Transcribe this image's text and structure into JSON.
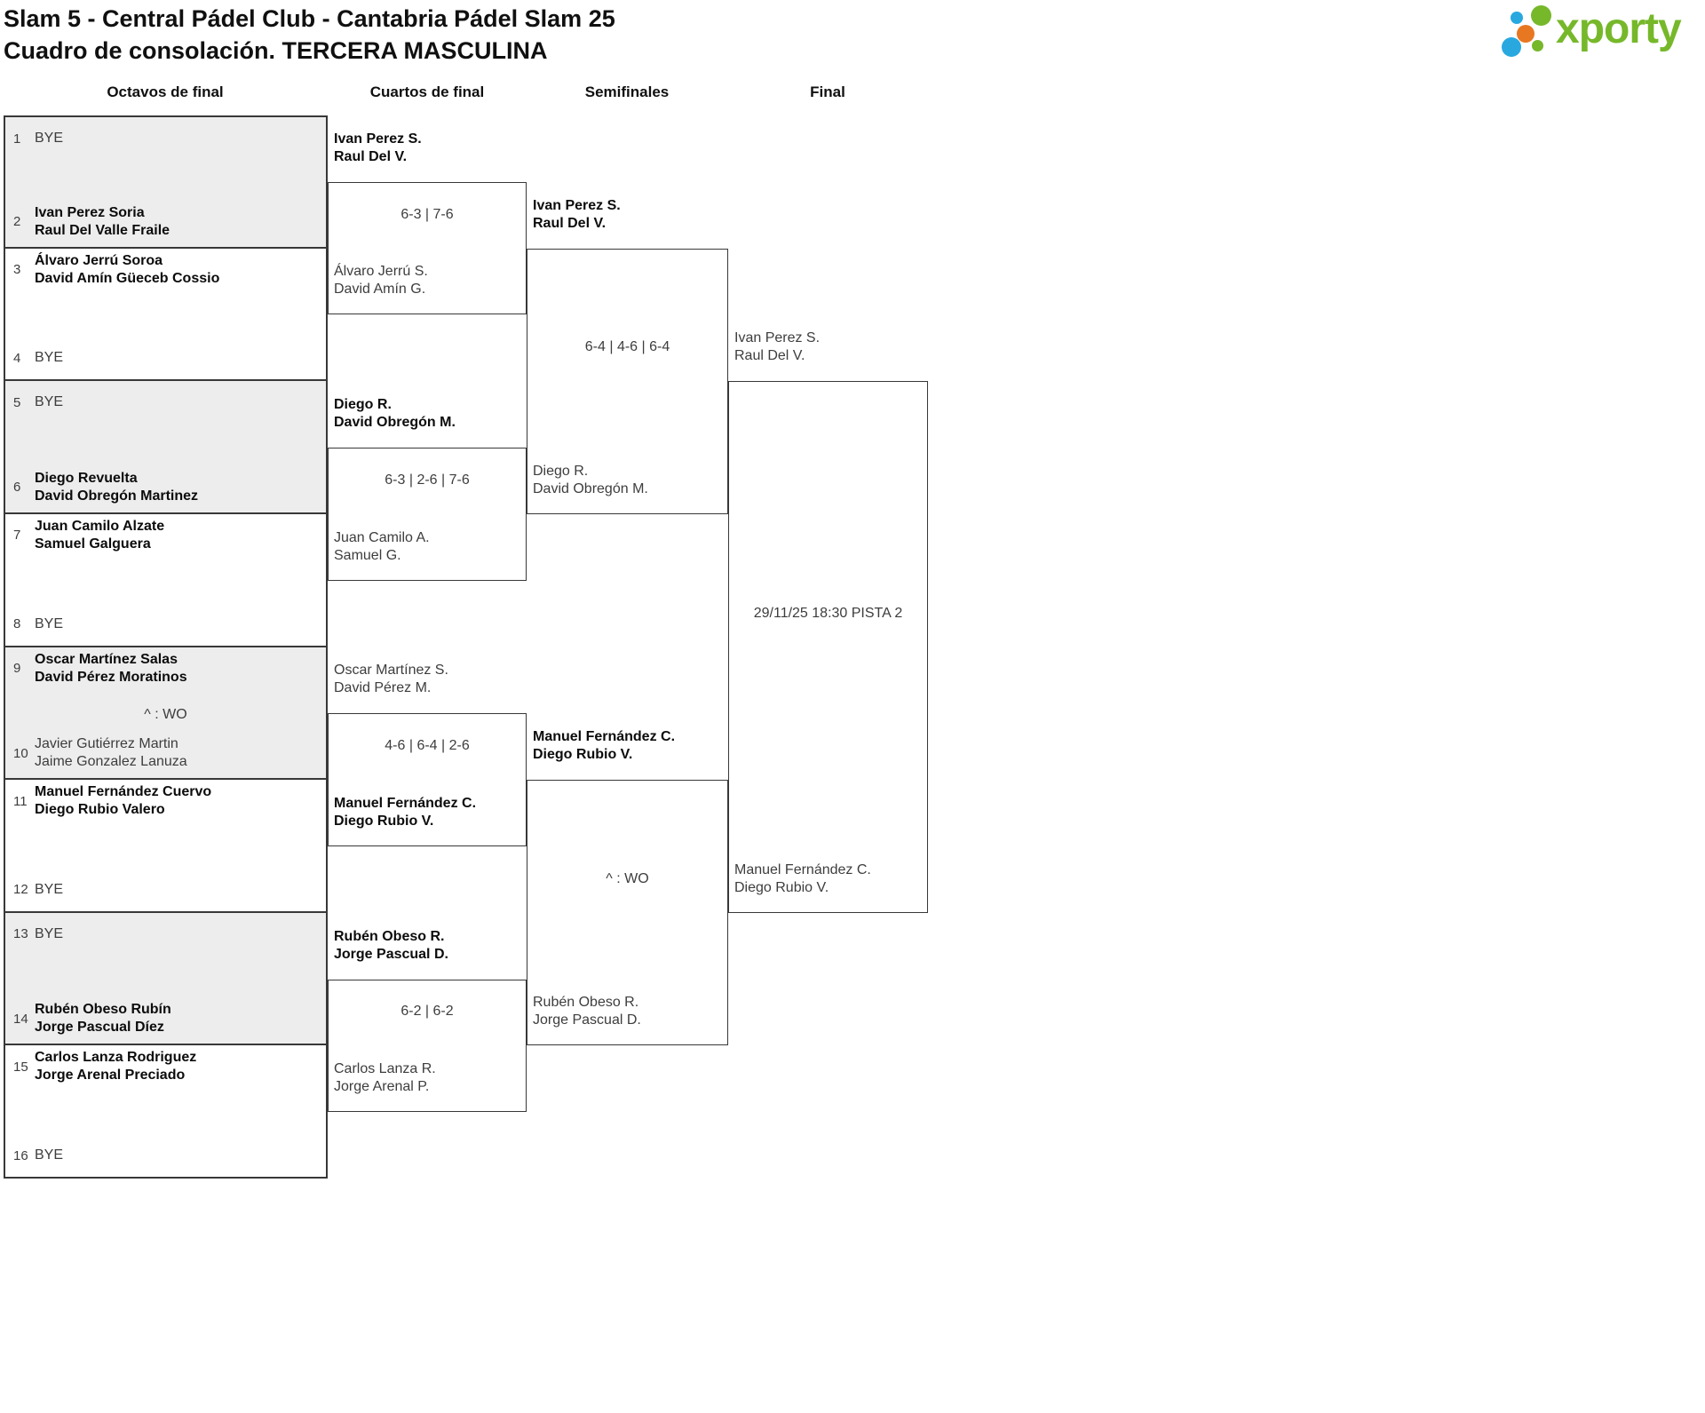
{
  "header": {
    "title_line1": "Slam 5 - Central Pádel Club - Cantabria Pádel Slam 25",
    "title_line2": "Cuadro de consolación. TERCERA MASCULINA"
  },
  "logo": {
    "text": "xporty",
    "green": "#76b82a",
    "blue": "#29a8e0",
    "orange": "#e87722"
  },
  "rounds": [
    {
      "label": "Octavos de final"
    },
    {
      "label": "Cuartos de final"
    },
    {
      "label": "Semifinales"
    },
    {
      "label": "Final"
    }
  ],
  "bracket": {
    "seeds": [
      {
        "num": "1",
        "lines": [
          "BYE"
        ],
        "winner": false
      },
      {
        "num": "2",
        "lines": [
          "Ivan Perez Soria",
          "Raul Del Valle Fraile"
        ],
        "winner": true
      },
      {
        "num": "3",
        "lines": [
          "Álvaro Jerrú Soroa",
          "David Amín Güeceb Cossio"
        ],
        "winner": true
      },
      {
        "num": "4",
        "lines": [
          "BYE"
        ],
        "winner": false
      },
      {
        "num": "5",
        "lines": [
          "BYE"
        ],
        "winner": false
      },
      {
        "num": "6",
        "lines": [
          "Diego Revuelta",
          "David Obregón Martinez"
        ],
        "winner": true
      },
      {
        "num": "7",
        "lines": [
          "Juan Camilo Alzate",
          "Samuel Galguera"
        ],
        "winner": true
      },
      {
        "num": "8",
        "lines": [
          "BYE"
        ],
        "winner": false
      },
      {
        "num": "9",
        "lines": [
          "Oscar Martínez Salas",
          "David Pérez Moratinos"
        ],
        "winner": true
      },
      {
        "num": "10",
        "lines": [
          "Javier Gutiérrez Martin",
          "Jaime Gonzalez Lanuza"
        ],
        "winner": false
      },
      {
        "num": "11",
        "lines": [
          "Manuel Fernández Cuervo",
          "Diego Rubio Valero"
        ],
        "winner": true
      },
      {
        "num": "12",
        "lines": [
          "BYE"
        ],
        "winner": false
      },
      {
        "num": "13",
        "lines": [
          "BYE"
        ],
        "winner": false
      },
      {
        "num": "14",
        "lines": [
          "Rubén Obeso Rubín",
          "Jorge Pascual Díez"
        ],
        "winner": true
      },
      {
        "num": "15",
        "lines": [
          "Carlos Lanza Rodriguez",
          "Jorge Arenal Preciado"
        ],
        "winner": true
      },
      {
        "num": "16",
        "lines": [
          "BYE"
        ],
        "winner": false
      }
    ],
    "octavos_note": {
      "match_index": 4,
      "text": "^ : WO"
    },
    "quarterfinals": [
      {
        "top": {
          "lines": [
            "Ivan Perez S.",
            "Raul Del V."
          ],
          "winner": true
        },
        "bottom": {
          "lines": [
            "Álvaro Jerrú S.",
            "David Amín G."
          ],
          "winner": false
        },
        "score": "6-3 | 7-6"
      },
      {
        "top": {
          "lines": [
            "Diego R.",
            "David Obregón M."
          ],
          "winner": true
        },
        "bottom": {
          "lines": [
            "Juan Camilo A.",
            "Samuel G."
          ],
          "winner": false
        },
        "score": "6-3 | 2-6 | 7-6"
      },
      {
        "top": {
          "lines": [
            "Oscar Martínez S.",
            "David Pérez M."
          ],
          "winner": false
        },
        "bottom": {
          "lines": [
            "Manuel Fernández C.",
            "Diego Rubio V."
          ],
          "winner": true
        },
        "score": "4-6 | 6-4 | 2-6"
      },
      {
        "top": {
          "lines": [
            "Rubén Obeso R.",
            "Jorge Pascual D."
          ],
          "winner": true
        },
        "bottom": {
          "lines": [
            "Carlos Lanza R.",
            "Jorge Arenal P."
          ],
          "winner": false
        },
        "score": "6-2 | 6-2"
      }
    ],
    "semifinals": [
      {
        "top": {
          "lines": [
            "Ivan Perez S.",
            "Raul Del V."
          ],
          "winner": true
        },
        "bottom": {
          "lines": [
            "Diego R.",
            "David Obregón M."
          ],
          "winner": false
        },
        "score": "6-4 | 4-6 | 6-4"
      },
      {
        "top": {
          "lines": [
            "Manuel Fernández C.",
            "Diego Rubio V."
          ],
          "winner": true
        },
        "bottom": {
          "lines": [
            "Rubén Obeso R.",
            "Jorge Pascual D."
          ],
          "winner": false
        },
        "score": "^ : WO"
      }
    ],
    "final": {
      "top": {
        "lines": [
          "Ivan Perez S.",
          "Raul Del V."
        ],
        "winner": false
      },
      "bottom": {
        "lines": [
          "Manuel Fernández C.",
          "Diego Rubio V."
        ],
        "winner": false
      },
      "score": "29/11/25 18:30 PISTA 2"
    }
  }
}
